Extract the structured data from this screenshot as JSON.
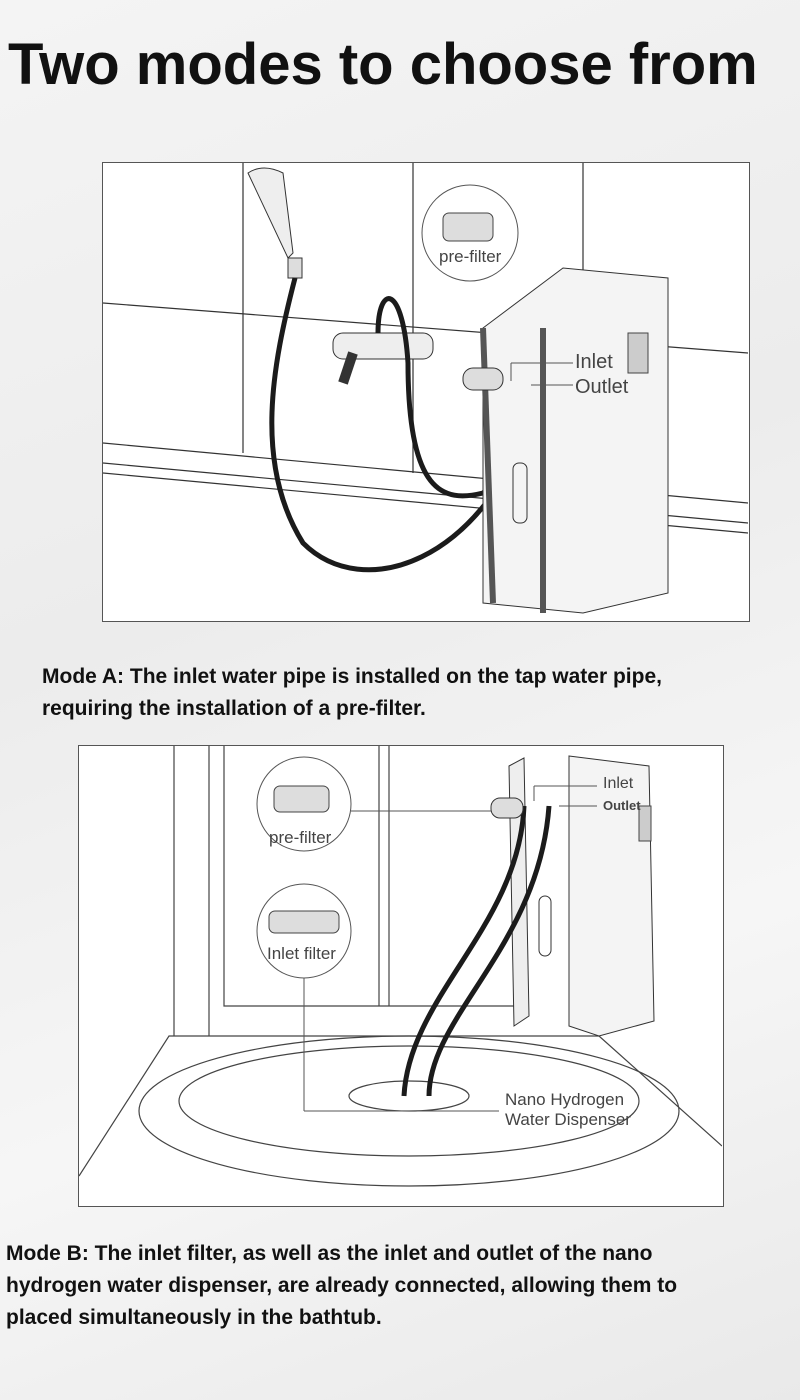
{
  "title": "Two modes to choose from",
  "mode_a": {
    "labels": {
      "prefilter": "pre-filter",
      "inlet": "Inlet",
      "outlet": "Outlet"
    },
    "caption_line1": "Mode A: The inlet water pipe is installed on the tap water pipe,",
    "caption_line2": "requiring the installation of a pre-filter."
  },
  "mode_b": {
    "labels": {
      "prefilter": "pre-filter",
      "inlet_filter": "Inlet filter",
      "inlet": "Inlet",
      "outlet": "Outlet",
      "device_line1": "Nano Hydrogen",
      "device_line2": "Water Dispenser"
    },
    "caption_line1": "Mode B: The inlet filter, as well as the inlet and outlet of the nano",
    "caption_line2": "hydrogen water dispenser, are already connected, allowing them to",
    "caption_line3": "placed simultaneously in the bathtub."
  }
}
